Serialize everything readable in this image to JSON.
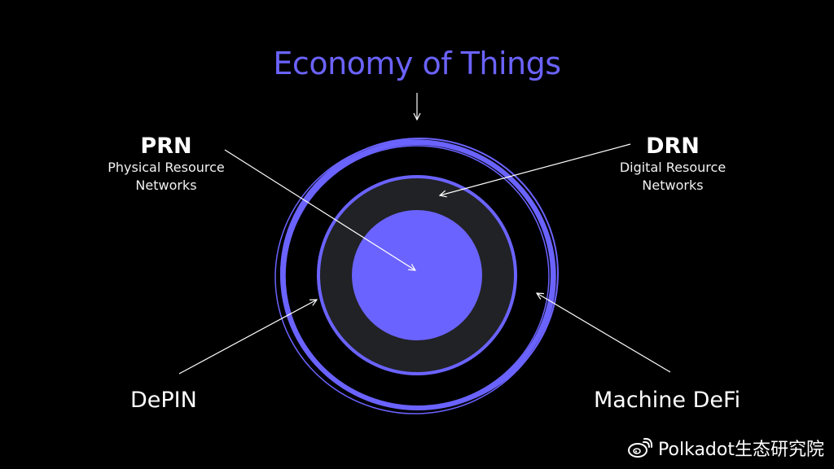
{
  "title": "Economy of Things",
  "colors": {
    "accent": "#6b63ff",
    "ring_dark": "#212225",
    "background": "#000000",
    "text": "#ffffff"
  },
  "labels": {
    "prn": {
      "title": "PRN",
      "sub_line1": "Physical Resource",
      "sub_line2": "Networks"
    },
    "drn": {
      "title": "DRN",
      "sub_line1": "Digital Resource",
      "sub_line2": "Networks"
    },
    "depin": "DePIN",
    "machine_defi": "Machine DeFi"
  },
  "watermark": {
    "icon": "weibo-icon",
    "text": "Polkadot生态研究院"
  }
}
